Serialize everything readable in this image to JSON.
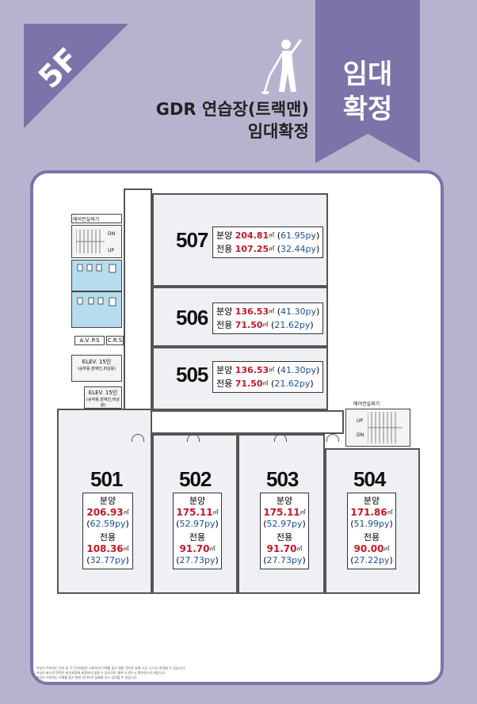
{
  "header": {
    "floor": "5F",
    "title_line1": "GDR 연습장(트랙맨)",
    "title_line2": "임대확정",
    "ribbon_line1": "임대",
    "ribbon_line2": "확정",
    "golfer_icon": "golfer-icon"
  },
  "colors": {
    "background": "#b7b3cf",
    "accent": "#7c73a9",
    "area_red": "#c4162a",
    "py_blue": "#1d4e9a",
    "restroom": "#b5dcef"
  },
  "plan": {
    "labels": {
      "aircon_left": "에어컨실외기",
      "aircon_right": "에어컨실외기",
      "dn": "DN",
      "up": "UP",
      "avps": "A.V.",
      "ps": "P.S",
      "crs": "C.R.S",
      "elev1": "ELEV. 15인",
      "elev1_sub": "(승하용,장애인,비상용)",
      "elev2": "ELEV. 15인",
      "elev2_sub": "(승하용,장애인,비상용)"
    },
    "units": [
      {
        "id": "507",
        "sale_label": "분양",
        "sale_m2": "204.81",
        "sale_py": "61.95",
        "use_label": "전용",
        "use_m2": "107.25",
        "use_py": "32.44"
      },
      {
        "id": "506",
        "sale_label": "분양",
        "sale_m2": "136.53",
        "sale_py": "41.30",
        "use_label": "전용",
        "use_m2": "71.50",
        "use_py": "21.62"
      },
      {
        "id": "505",
        "sale_label": "분양",
        "sale_m2": "136.53",
        "sale_py": "41.30",
        "use_label": "전용",
        "use_m2": "71.50",
        "use_py": "21.62"
      },
      {
        "id": "501",
        "sale_label": "분양",
        "sale_m2": "206.93",
        "sale_py": "62.59",
        "use_label": "전용",
        "use_m2": "108.36",
        "use_py": "32.77"
      },
      {
        "id": "502",
        "sale_label": "분양",
        "sale_m2": "175.11",
        "sale_py": "52.97",
        "use_label": "전용",
        "use_m2": "91.70",
        "use_py": "27.73"
      },
      {
        "id": "503",
        "sale_label": "분양",
        "sale_m2": "175.11",
        "sale_py": "52.97",
        "use_label": "전용",
        "use_m2": "91.70",
        "use_py": "27.73"
      },
      {
        "id": "504",
        "sale_label": "분양",
        "sale_m2": "171.86",
        "sale_py": "51.99",
        "use_label": "전용",
        "use_m2": "90.00",
        "use_py": "27.22"
      }
    ],
    "units_m2": "㎡",
    "units_py": "py"
  },
  "footnote": {
    "line1": "※상기 이미지는 단지 및 각 단지내정은 소비자의 이해를 돕기 위한 것으로 실제 시공 시 다소 변경될 수 있습니다.",
    "line2": "※상기 표시된 면적은 분석과정에 포함되지 않을 수 있으므로 계약 시 반드시 확인하시기 바랍니다.",
    "line3": "※상기 이미지는 이해를 돕기 위한 것이므로 실제와 다소 상이할 수 있습니다."
  }
}
